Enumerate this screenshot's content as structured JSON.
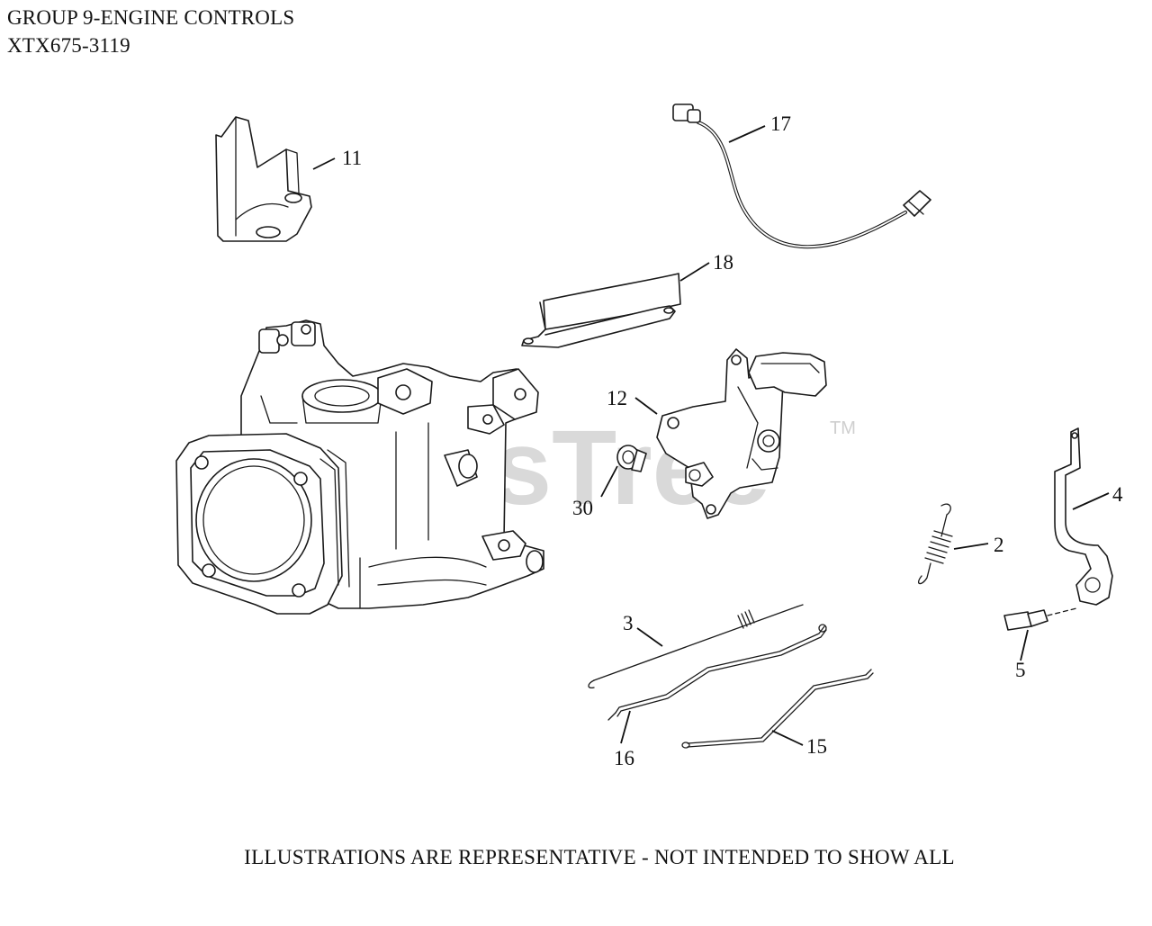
{
  "header": {
    "group_title": "GROUP 9-ENGINE CONTROLS",
    "model_number": "XTX675-3119"
  },
  "watermark": {
    "text": "PartsTree",
    "trademark": "TM"
  },
  "callouts": {
    "c11": "11",
    "c17": "17",
    "c18": "18",
    "c12": "12",
    "c30": "30",
    "c4": "4",
    "c2": "2",
    "c5": "5",
    "c3": "3",
    "c16": "16",
    "c15": "15"
  },
  "footer": {
    "disclaimer": "ILLUSTRATIONS ARE REPRESENTATIVE - NOT INTENDED TO SHOW ALL"
  }
}
